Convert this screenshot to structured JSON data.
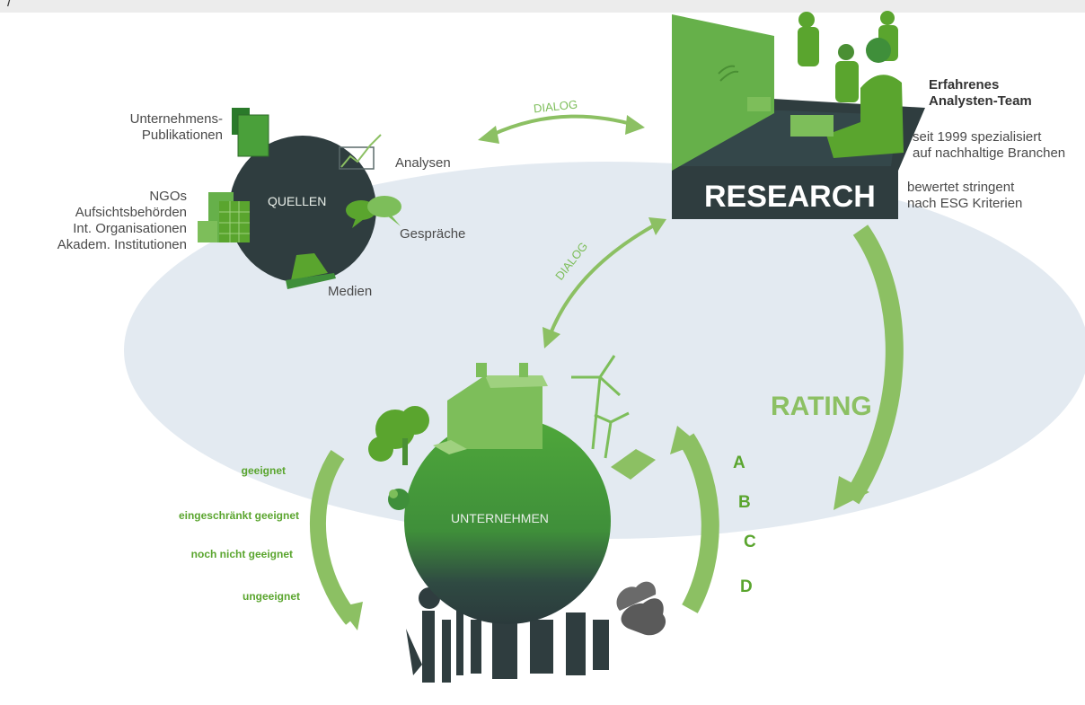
{
  "quellen": {
    "center": "QUELLEN",
    "publications": [
      "Unternehmens-",
      "Publikationen"
    ],
    "organisations": [
      "NGOs",
      "Aufsichtsbehörden",
      "Int. Organisationen",
      "Akadem. Institutionen"
    ],
    "analysen": "Analysen",
    "gespraeche": "Gespräche",
    "medien": "Medien"
  },
  "dialog": {
    "top": "DIALOG",
    "diag": "DIALOG"
  },
  "research": {
    "banner": "RESEARCH",
    "team": [
      "Erfahrenes",
      "Analysten-Team"
    ],
    "spec": [
      "seit 1999 spezialisiert",
      "auf nachhaltige Branchen"
    ],
    "esg": [
      "bewertet stringent",
      "nach ESG Kriterien"
    ]
  },
  "rating": {
    "label": "RATING",
    "grades": [
      "A",
      "B",
      "C",
      "D"
    ],
    "suitability": [
      "geeignet",
      "eingeschränkt geeignet",
      "noch nicht geeignet",
      "ungeeignet"
    ]
  },
  "company": {
    "center": "UNTERNEHMEN"
  },
  "colors": {
    "green": "#5aa52e",
    "light_green": "#8cc063",
    "dark": "#2f3d3f",
    "ellipse": "#e3eaf1"
  }
}
